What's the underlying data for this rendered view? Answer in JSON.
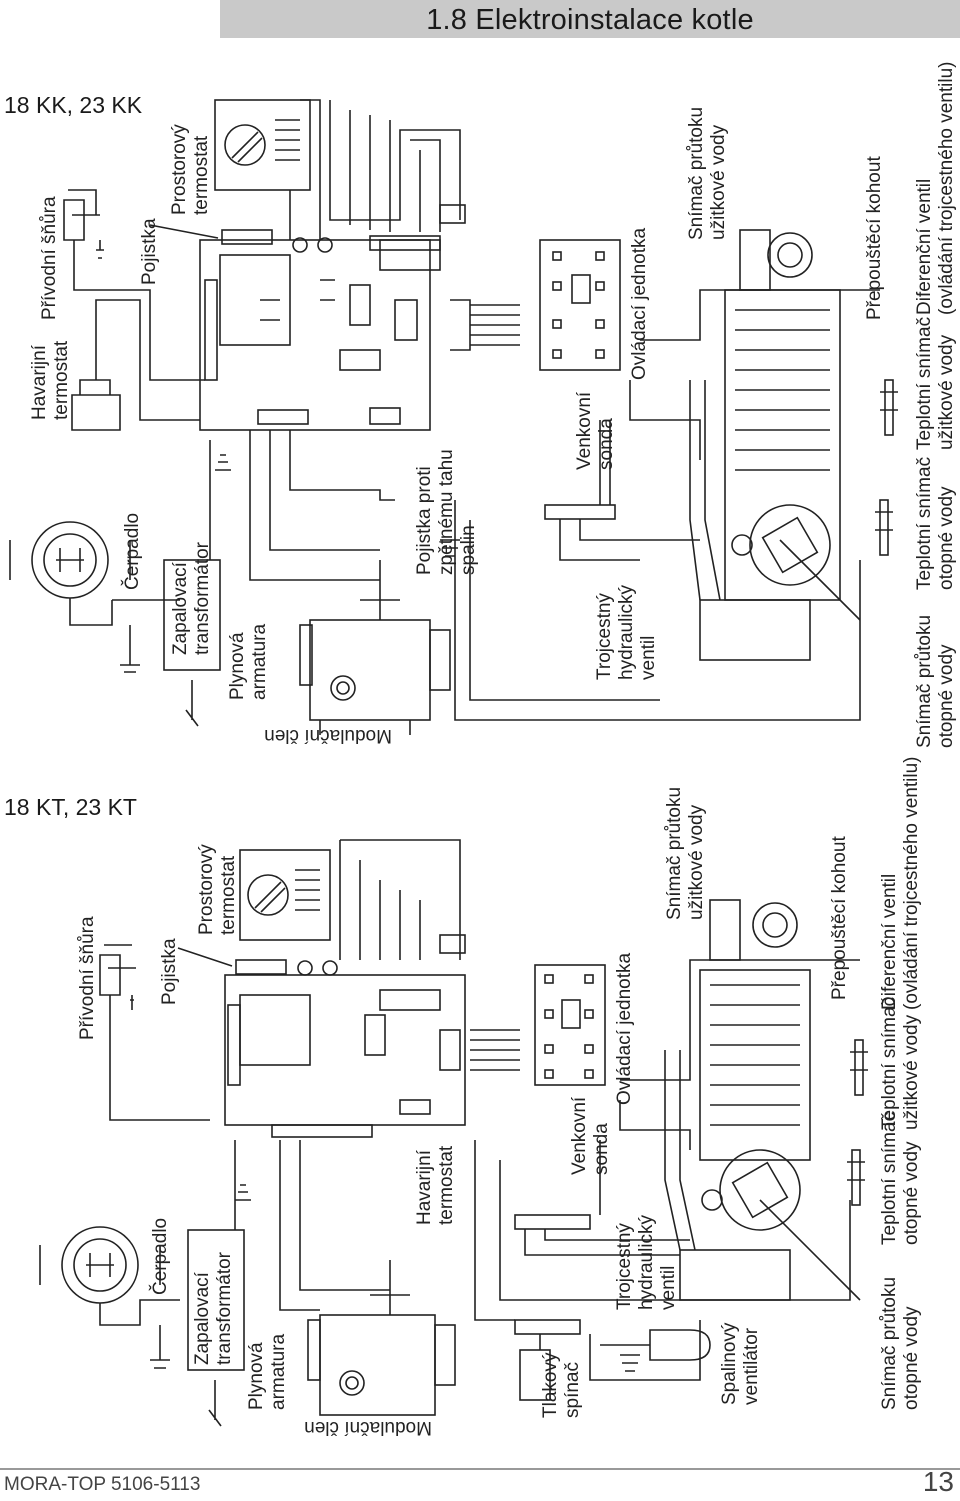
{
  "header": {
    "title": "1.8  Elektroinstalace kotle"
  },
  "sections": [
    {
      "heading": "18 KK, 23 KK",
      "labels": {
        "havarijni": [
          "Havarijní",
          "termostat"
        ],
        "privodni": "Přívodní šňůra",
        "pojistka": "Pojistka",
        "prostorovy": [
          "Prostorový",
          "termostat"
        ],
        "cerpadlo": "Čerpadlo",
        "zapalovaci": [
          "Zapalovací",
          "transformátor"
        ],
        "plynova": [
          "Plynová",
          "armatura"
        ],
        "modulacni": "Modulační člen",
        "pojistka_tah": [
          "Pojistka proti",
          "zpětnému tahu",
          "spalin"
        ],
        "venkovni": [
          "Venkovní",
          "sonda"
        ],
        "ovladaci": "Ovládací jednotka",
        "trojcestny": [
          "Trojcestný",
          "hydraulický",
          "ventil"
        ],
        "snimac_uzitkove": [
          "Snímač průtoku",
          "užitkové vody"
        ],
        "prepousteci": "Přepouštěcí kohout",
        "snimac_otopne": [
          "Snímač průtoku",
          "otopné vody"
        ],
        "teplotni_otopne": [
          "Teplotní snímač",
          "otopné vody"
        ],
        "teplotni_uzitkove": [
          "Teplotní snímač",
          "užitkové vody"
        ],
        "diferencni": [
          "Diferenční ventil",
          "(ovládání trojcestného ventilu)"
        ]
      }
    },
    {
      "heading": "18 KT, 23 KT",
      "labels": {
        "privodni": "Přívodní šňůra",
        "pojistka": "Pojistka",
        "prostorovy": [
          "Prostorový",
          "termostat"
        ],
        "cerpadlo": "Čerpadlo",
        "zapalovaci": [
          "Zapalovací",
          "transformátor"
        ],
        "plynova": [
          "Plynová",
          "armatura"
        ],
        "havarijni": [
          "Havarijní",
          "termostat"
        ],
        "modulacni": "Modulační člen",
        "tlakovy": [
          "Tlakový",
          "spínač"
        ],
        "spalinovy": [
          "Spalinový",
          "ventilátor"
        ],
        "trojcestny": [
          "Trojcestný",
          "hydraulický",
          "ventil"
        ],
        "venkovni": [
          "Venkovní",
          "sonda"
        ],
        "ovladaci": "Ovládací jednotka",
        "snimac_uzitkove": [
          "Snímač průtoku",
          "užitkové vody"
        ],
        "prepousteci": "Přepouštěcí kohout",
        "snimac_otopne": [
          "Snímač průtoku",
          "otopné vody"
        ],
        "teplotni_otopne": [
          "Teplotní snímač",
          "otopné vody"
        ],
        "teplotni_uzitkove": [
          "Teplotní snímač",
          "užitkové vody"
        ],
        "diferencni": [
          "Diferenční ventil",
          "(ovládání trojcestného ventilu)"
        ]
      }
    }
  ],
  "footer": {
    "model": "MORA-TOP 5106-5113",
    "page": "13"
  }
}
